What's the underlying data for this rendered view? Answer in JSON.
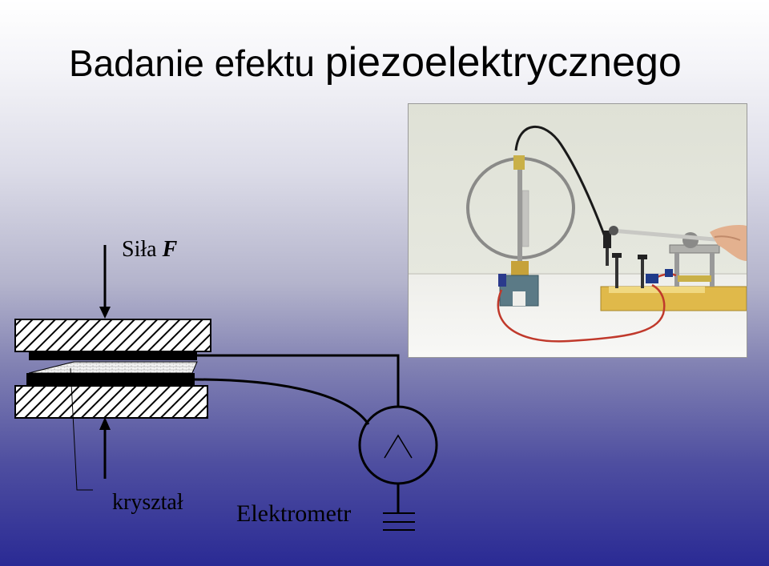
{
  "slide": {
    "title_part1": "Badanie efektu",
    "title_part2": "piezoelektrycznego"
  },
  "diagram": {
    "force_label": "Siła",
    "force_symbol": "F",
    "crystal_label": "kryształ",
    "electrometer_label": "Elektrometr"
  },
  "colors": {
    "gradient_top": "#ffffff",
    "gradient_bottom": "#2a2a94",
    "wire": "#000000",
    "cable_red": "#c0392b",
    "base_wood": "#e0b94a"
  }
}
